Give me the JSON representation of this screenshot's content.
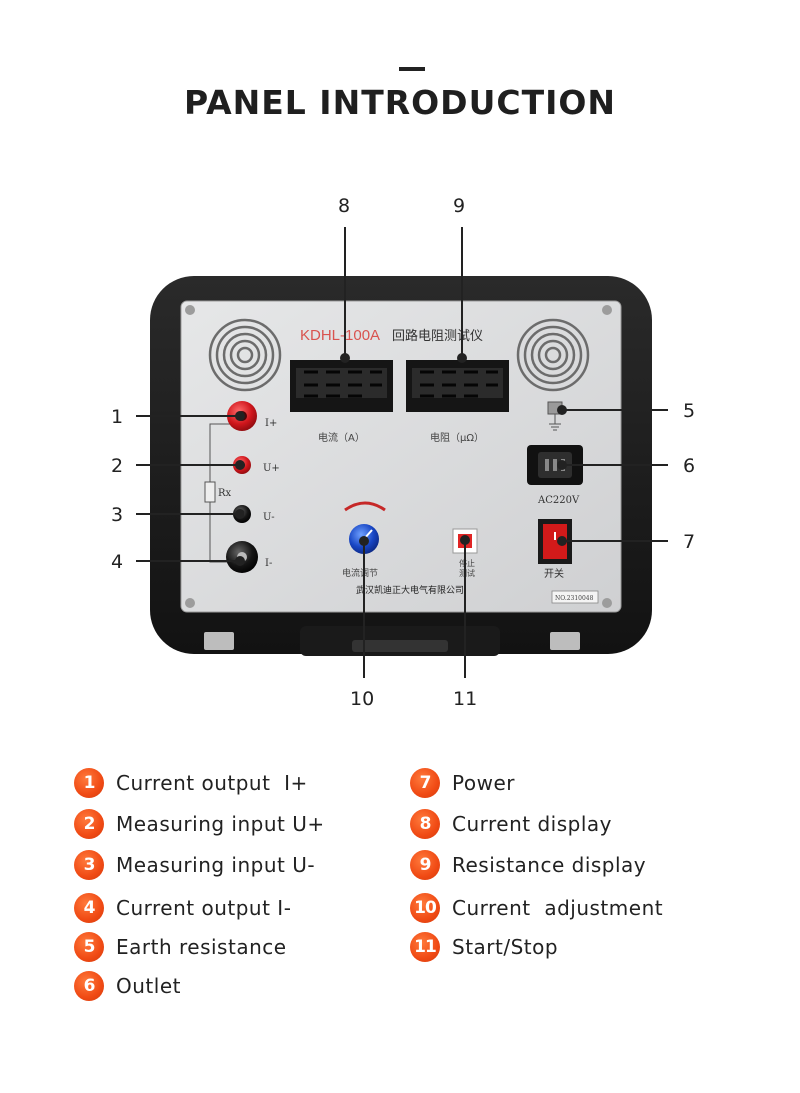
{
  "header": {
    "title": "PANEL INTRODUCTION"
  },
  "device": {
    "brand": "KDHL-100A",
    "model_name": "回路电阻测试仪",
    "current_display_label": "电流（A）",
    "resistance_display_label": "电阻（μΩ）",
    "terminal_labels": [
      "I+",
      "U+",
      "U-",
      "I-"
    ],
    "rx_label": "Rx",
    "power_socket_label": "AC220V",
    "switch_label": "开关",
    "knob_label": "电流调节",
    "stop_label": "停止",
    "test_label": "测试",
    "company": "武汉凯迪正大电气有限公司",
    "serial": "NO.2310048"
  },
  "callouts": [
    "1",
    "2",
    "3",
    "4",
    "5",
    "6",
    "7",
    "8",
    "9",
    "10",
    "11"
  ],
  "legend": {
    "left": [
      {
        "num": "1",
        "text": "Current output  I+"
      },
      {
        "num": "2",
        "text": "Measuring input U+"
      },
      {
        "num": "3",
        "text": "Measuring input U-"
      },
      {
        "num": "4",
        "text": "Current output I-"
      },
      {
        "num": "5",
        "text": "Earth resistance"
      },
      {
        "num": "6",
        "text": "Outlet"
      }
    ],
    "right": [
      {
        "num": "7",
        "text": "Power"
      },
      {
        "num": "8",
        "text": "Current display"
      },
      {
        "num": "9",
        "text": "Resistance display"
      },
      {
        "num": "10",
        "text": "Current  adjustment"
      },
      {
        "num": "11",
        "text": "Start/Stop"
      }
    ]
  },
  "colors": {
    "badge": "#f04a14",
    "case": "#1c1c1c",
    "panel": "#d9dadb"
  }
}
